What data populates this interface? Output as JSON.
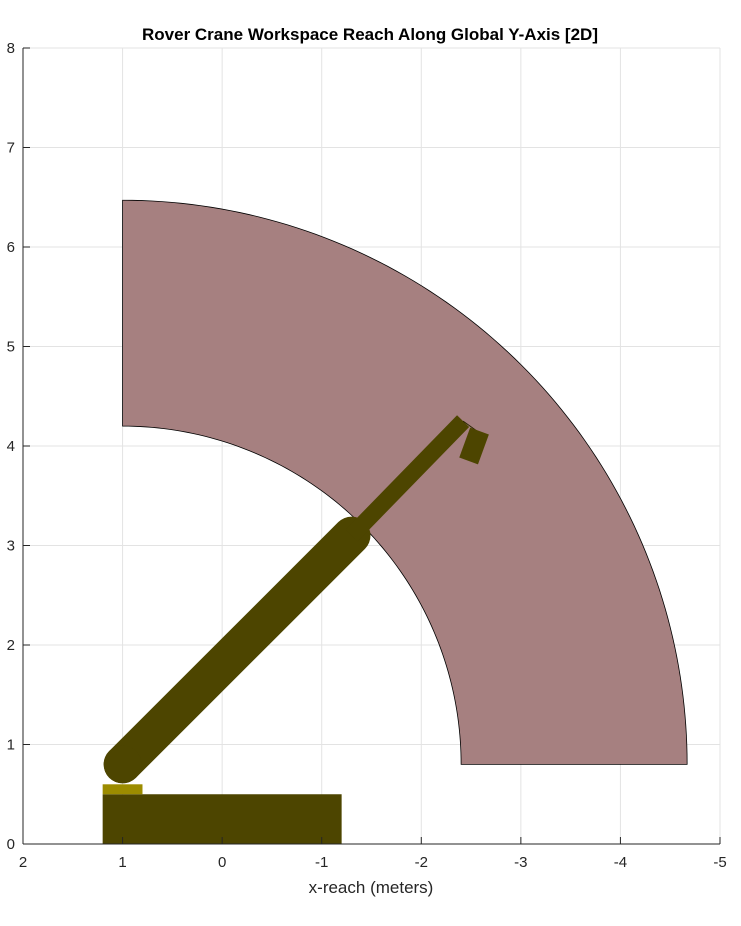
{
  "chart_data": {
    "type": "area",
    "title": "Rover Crane Workspace Reach Along Global Y-Axis [2D]",
    "xlabel": "x-reach (meters)",
    "ylabel": "",
    "xlim": [
      2,
      -5
    ],
    "ylim": [
      0,
      8
    ],
    "x_reversed": true,
    "grid": true,
    "xticks": [
      2,
      1,
      0,
      -1,
      -2,
      -3,
      -4,
      -5
    ],
    "yticks": [
      0,
      1,
      2,
      3,
      4,
      5,
      6,
      7,
      8
    ],
    "xtick_labels": [
      "2",
      "1",
      "0",
      "-1",
      "-2",
      "-3",
      "-4",
      "-5"
    ],
    "ytick_labels": [
      "0",
      "1",
      "2",
      "3",
      "4",
      "5",
      "6",
      "7",
      "8"
    ],
    "workspace": {
      "center": [
        1.0,
        0.8
      ],
      "inner_radius": 3.4,
      "outer_radius": 5.67,
      "angle_range_deg": [
        90,
        180
      ],
      "color": "#a68080"
    },
    "rover_body": {
      "x": [
        1.2,
        -1.2
      ],
      "y": [
        0,
        0.5
      ],
      "color": "#4d4500"
    },
    "base_block": {
      "x": [
        1.2,
        0.8
      ],
      "y": [
        0.5,
        0.6
      ],
      "color": "#9c8c00"
    },
    "crane_arm": {
      "shoulder": [
        1.0,
        0.8
      ],
      "elbow": [
        -1.3,
        3.1
      ],
      "tip": [
        -2.42,
        4.25
      ],
      "inner_width": 0.38,
      "outer_width": 0.17,
      "color": "#4d4500"
    },
    "end_effector": {
      "center": [
        -2.53,
        4.0
      ],
      "width": 0.2,
      "height": 0.32,
      "angle_deg": -20,
      "color": "#4d4500"
    }
  }
}
